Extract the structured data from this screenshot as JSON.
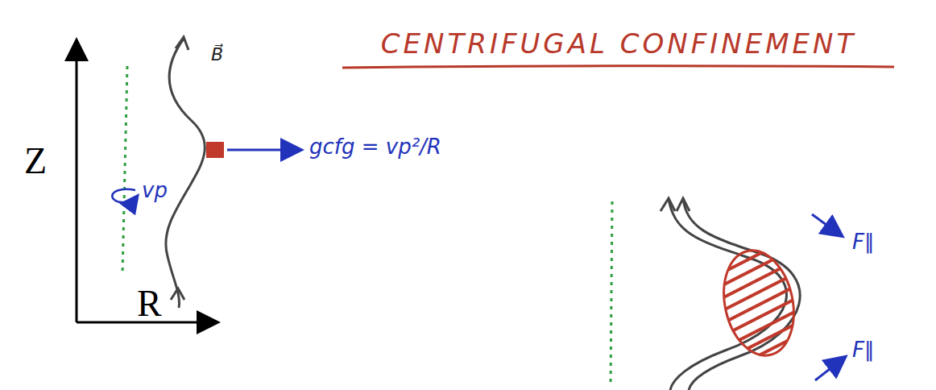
{
  "diagram": {
    "title": "CENTRIFUGAL CONFINEMENT",
    "labels": [
      "Z",
      "R",
      "B⃗",
      "vp",
      "gcfg = vp²/R",
      "F∥",
      "F∥"
    ]
  }
}
